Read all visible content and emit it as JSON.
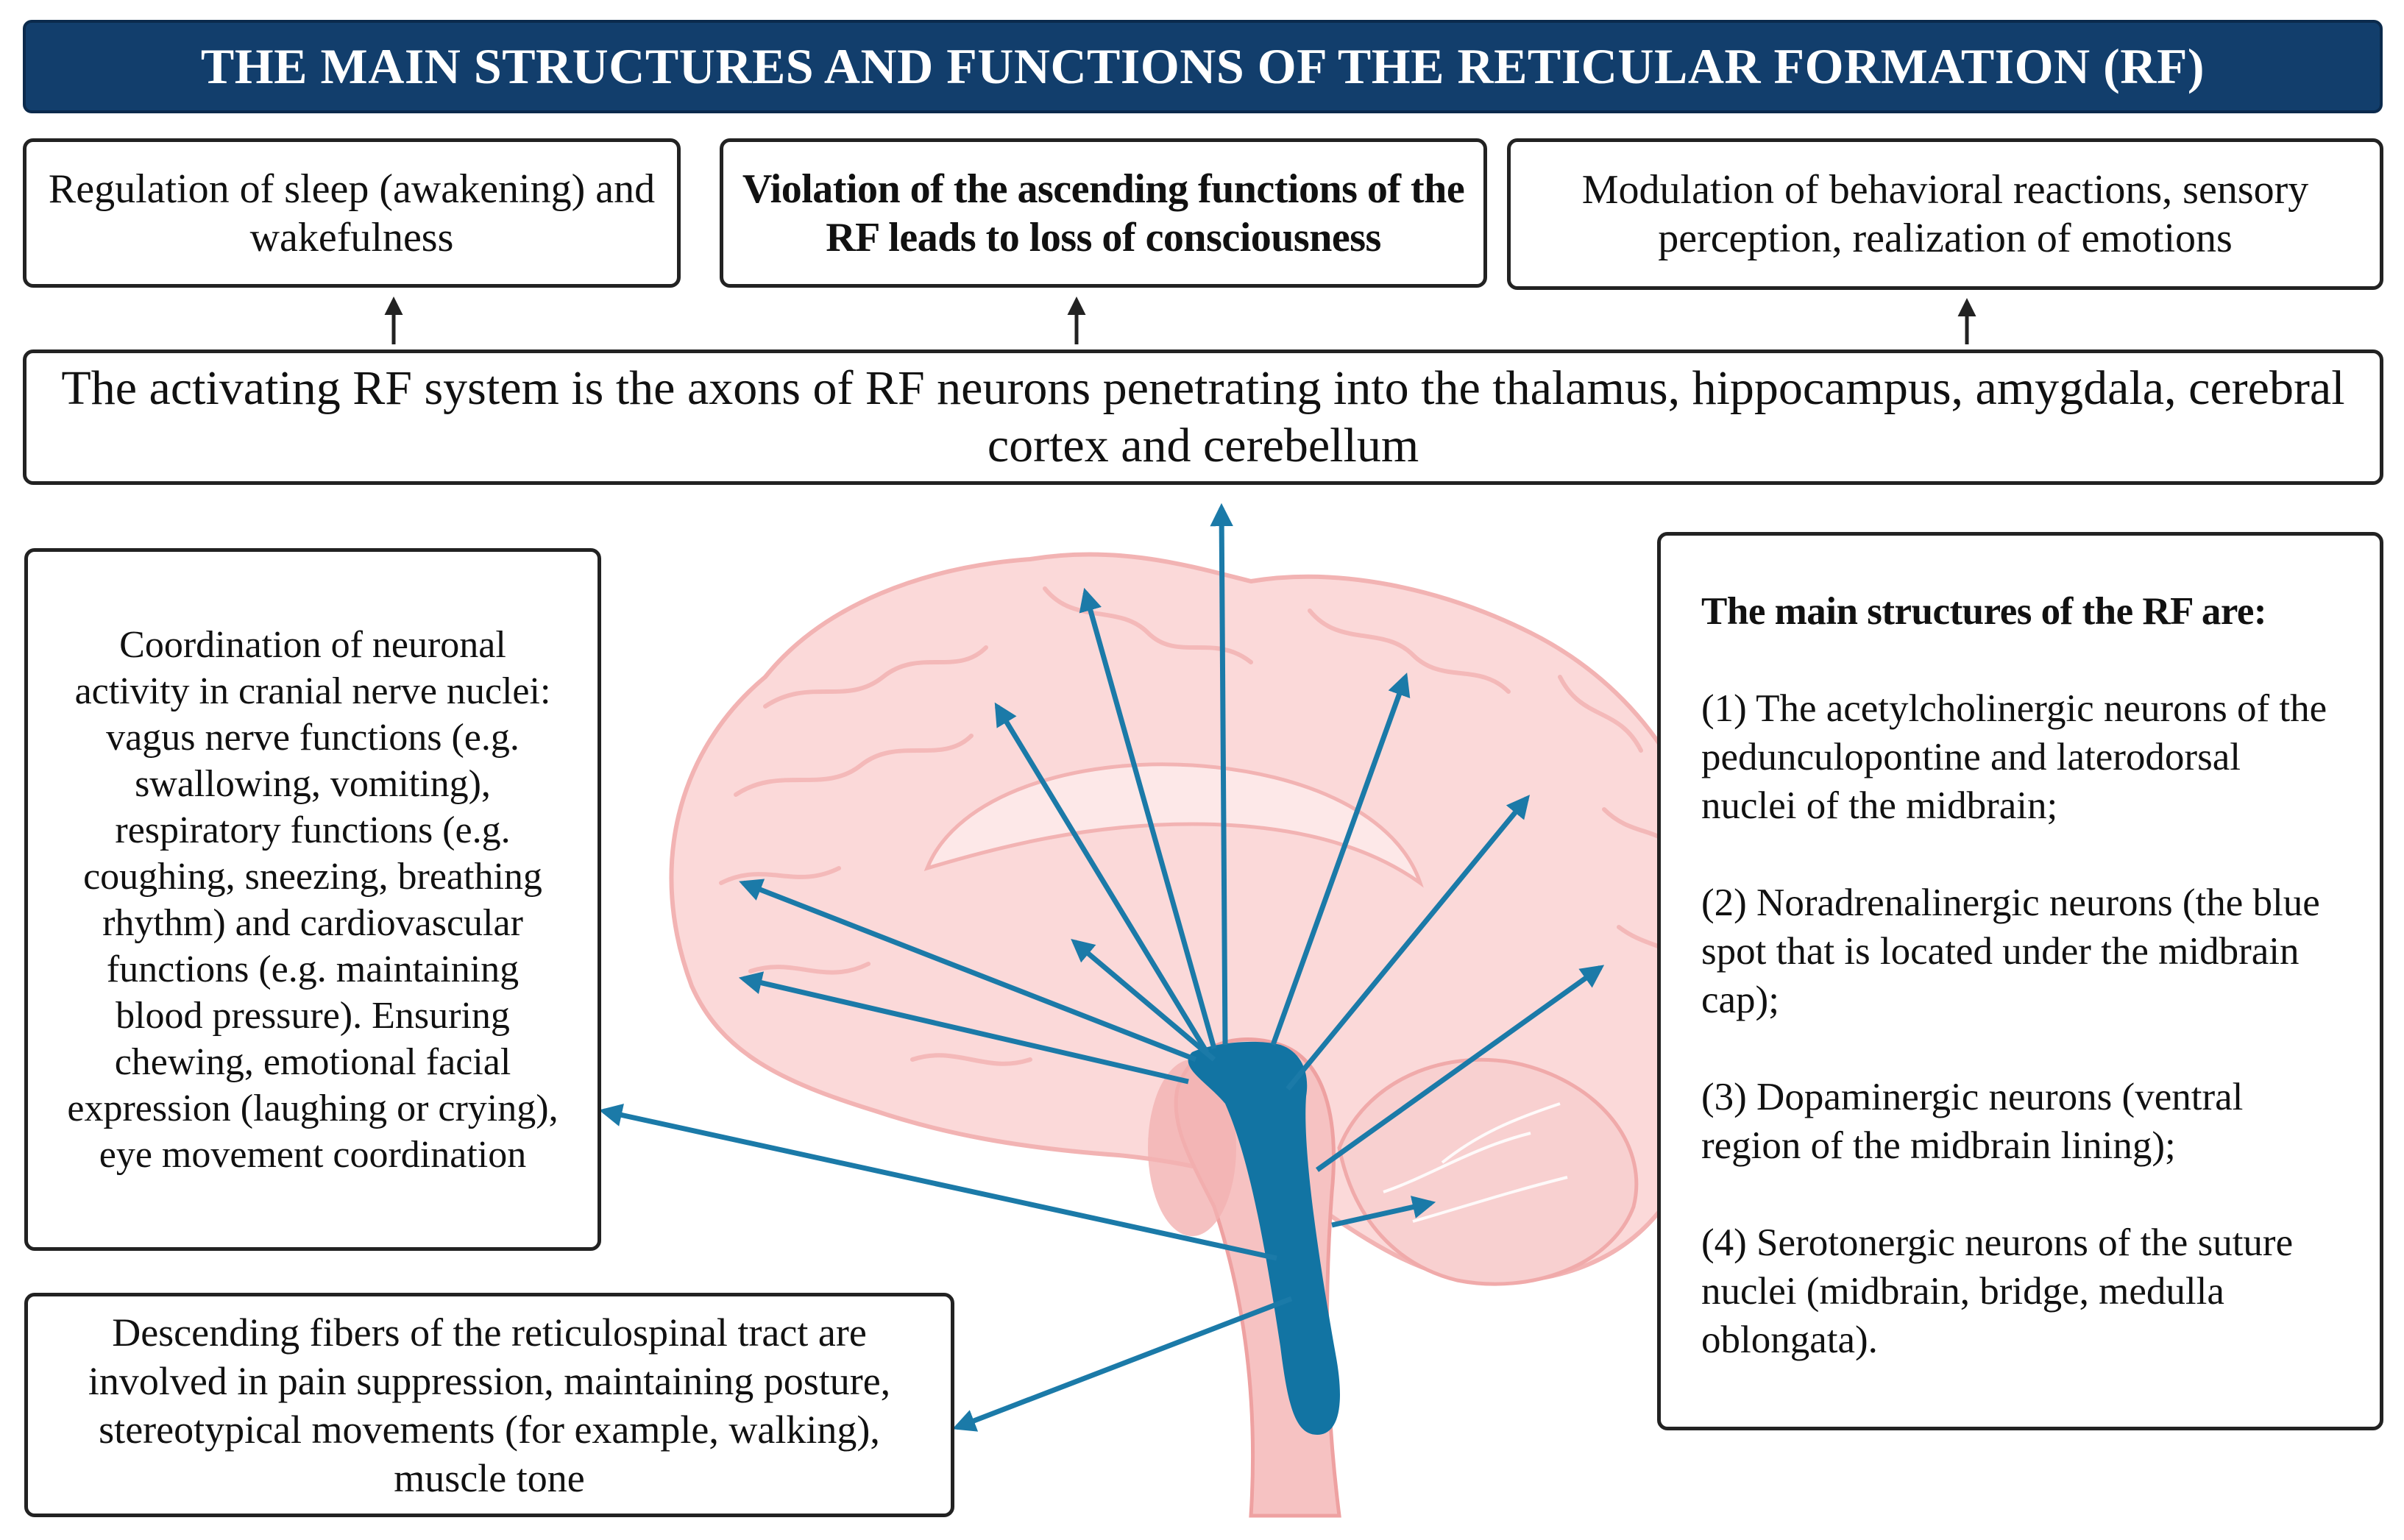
{
  "title": "THE MAIN STRUCTURES AND FUNCTIONS OF THE RETICULAR FORMATION (RF)",
  "top_boxes": [
    {
      "text": "Regulation of sleep (awakening) and wakefulness"
    },
    {
      "text": "Violation of the ascending functions of the RF leads to loss of consciousness"
    },
    {
      "text": "Modulation of behavioral reactions, sensory perception, realization of emotions"
    }
  ],
  "activating_system": "The activating RF system is the axons of RF neurons penetrating into the thalamus, hippocampus, amygdala, cerebral cortex and cerebellum",
  "left_box": "Coordination of neuronal activity in cranial nerve nuclei: vagus nerve functions (e.g. swallowing, vomiting), respiratory functions (e.g. coughing, sneezing, breathing rhythm) and cardiovascular functions (e.g. maintaining blood pressure). Ensuring chewing, emotional facial expression (laughing or crying), eye movement coordination",
  "bottom_box": "Descending fibers of the reticulospinal tract are involved in pain suppression, maintaining posture, stereotypical movements (for example, walking), muscle tone",
  "structures": {
    "heading": "The main structures of the RF are:",
    "items": [
      "(1) The acetylcholinergic neurons of the pedunculopontine and laterodorsal nuclei of the midbrain;",
      "(2) Noradrenalinergic neurons (the blue spot that is located under the midbrain cap);",
      "(3) Dopaminergic neurons (ventral region of the midbrain lining);",
      "(4) Serotonergic neurons of the suture nuclei (midbrain, bridge, medulla oblongata)."
    ]
  },
  "colors": {
    "title_bg": "#123e6c",
    "rf_blue": "#1274a3",
    "arrow_blue": "#1b7aa8",
    "brain_fill": "#fbd9d9",
    "brain_line": "#f1a8a8"
  }
}
